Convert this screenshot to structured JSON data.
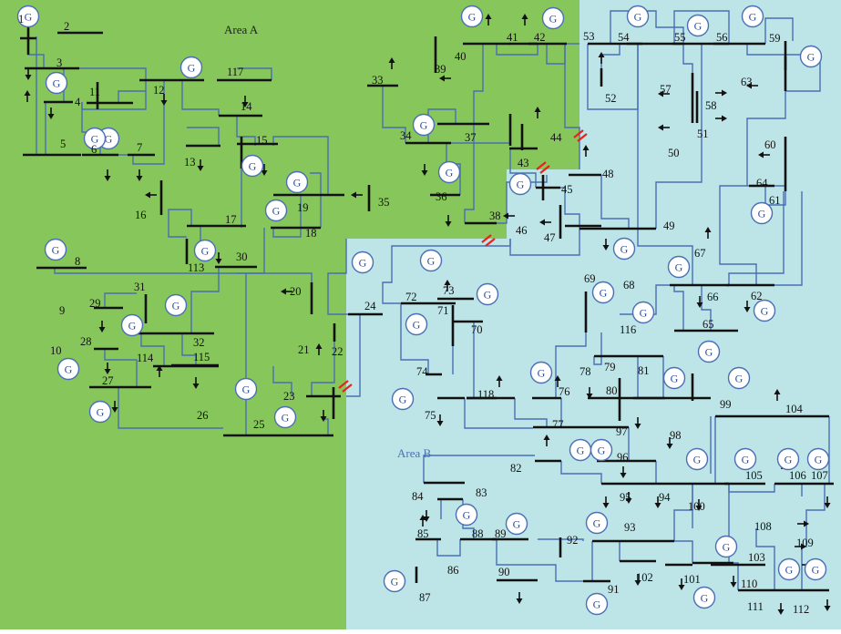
{
  "colors": {
    "area_a": "#86c65a",
    "area_b": "#bde4e6",
    "line": "#4a6fb5",
    "bus": "#111111",
    "cut": "#e8231d",
    "gen_fill": "#ffffff",
    "gen_stroke": "#4a6fb5"
  },
  "areas": {
    "a_label": "Area A",
    "b_label": "Area B"
  },
  "generator_symbol": "G",
  "bus_labels": [
    "1",
    "2",
    "3",
    "4",
    "5",
    "6",
    "7",
    "8",
    "9",
    "10",
    "11",
    "12",
    "13",
    "14",
    "15",
    "16",
    "17",
    "18",
    "19",
    "20",
    "21",
    "22",
    "23",
    "24",
    "25",
    "26",
    "27",
    "28",
    "29",
    "30",
    "31",
    "32",
    "33",
    "34",
    "35",
    "36",
    "37",
    "38",
    "39",
    "40",
    "41",
    "42",
    "43",
    "44",
    "45",
    "46",
    "47",
    "48",
    "49",
    "50",
    "51",
    "52",
    "53",
    "54",
    "55",
    "56",
    "57",
    "58",
    "59",
    "60",
    "61",
    "62",
    "63",
    "64",
    "65",
    "66",
    "67",
    "68",
    "69",
    "70",
    "71",
    "72",
    "73",
    "74",
    "75",
    "76",
    "77",
    "78",
    "79",
    "80",
    "81",
    "82",
    "83",
    "84",
    "85",
    "86",
    "87",
    "88",
    "89",
    "90",
    "91",
    "92",
    "93",
    "94",
    "95",
    "96",
    "97",
    "98",
    "99",
    "100",
    "101",
    "102",
    "103",
    "104",
    "105",
    "106",
    "107",
    "108",
    "109",
    "110",
    "111",
    "112",
    "113",
    "114",
    "115",
    "116",
    "117",
    "118"
  ]
}
